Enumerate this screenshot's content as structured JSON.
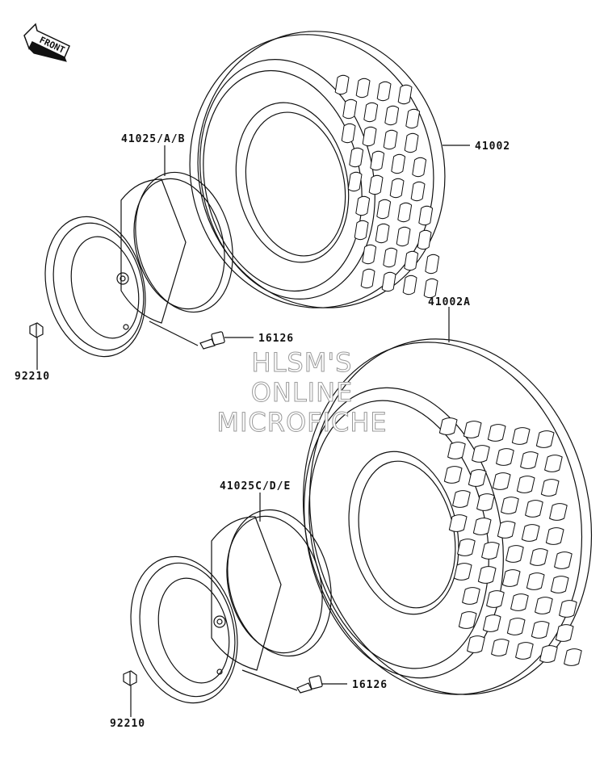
{
  "front_arrow": {
    "label": "FRONT"
  },
  "parts": {
    "tire_front": "41002",
    "tire_rear": "41002A",
    "wheel_front": "41025/A/B",
    "wheel_rear": "41025C/D/E",
    "valve_front": "16126",
    "valve_rear": "16126",
    "nut_front": "92210",
    "nut_rear": "92210"
  },
  "watermark": {
    "line1": "HLSM'S",
    "line2": "ONLINE",
    "line3": "MICROFICHE"
  }
}
